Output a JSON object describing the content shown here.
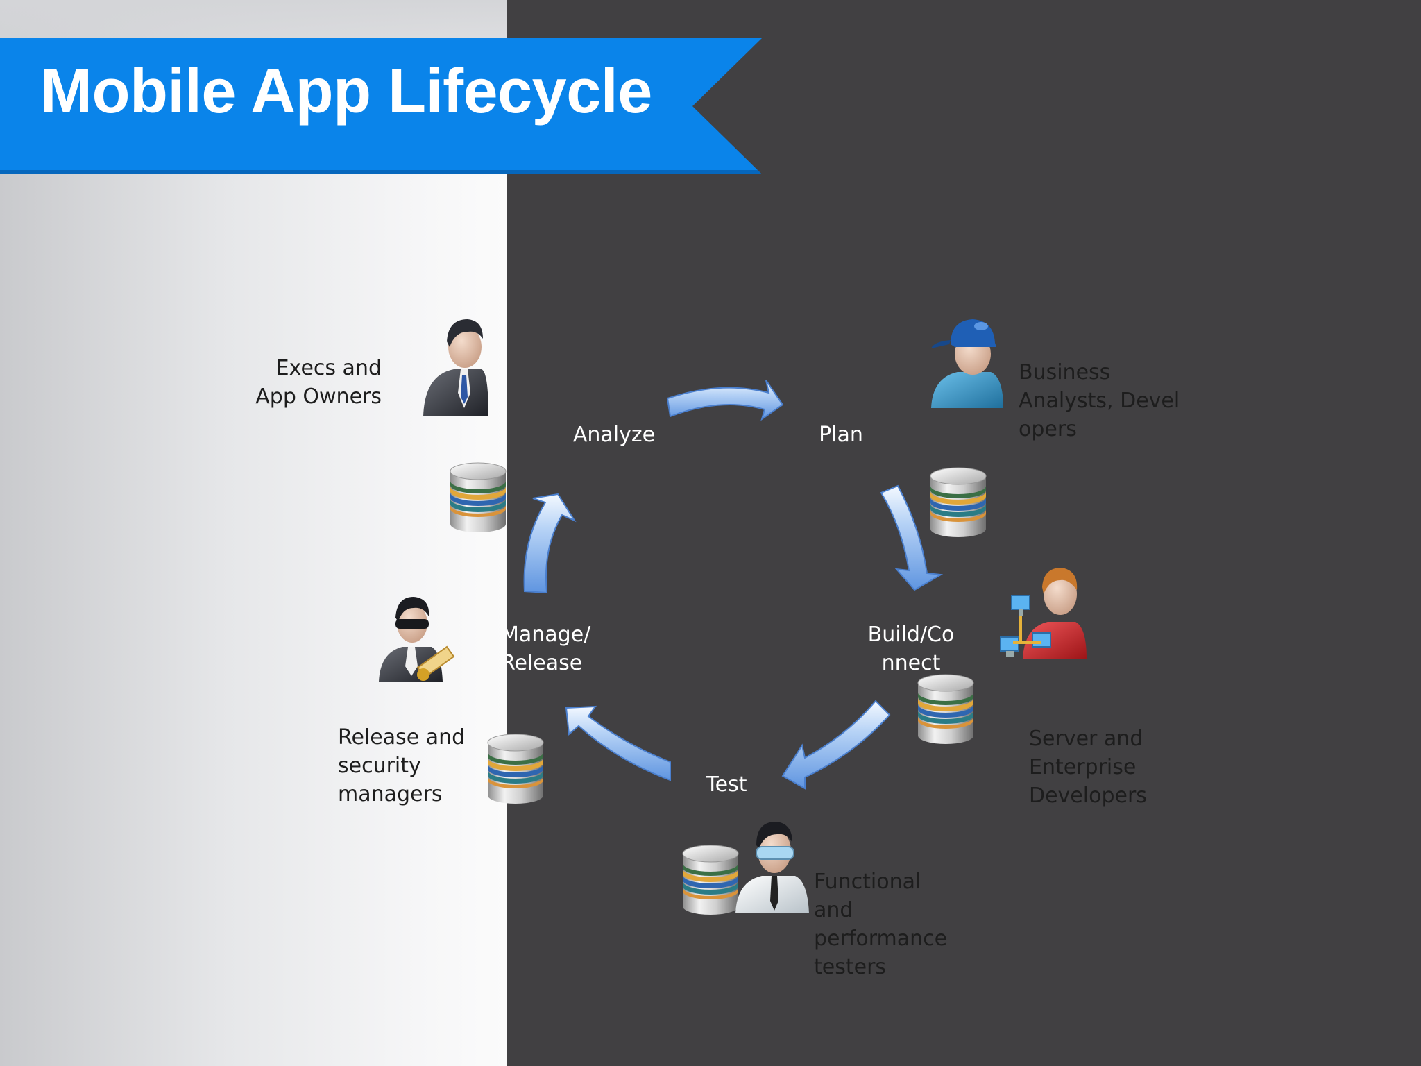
{
  "title": "Mobile App Lifecycle",
  "colors": {
    "banner": "#0a84ea",
    "banner_shadow": "#0667bd",
    "dark_panel": "#414042",
    "light_panel": "#f2f2f3",
    "arrow_fill": "#8fbaf0",
    "arrow_highlight": "#eaf3ff",
    "arrow_edge": "#4a7fce"
  },
  "stages": [
    {
      "id": "analyze",
      "label": "Analyze"
    },
    {
      "id": "plan",
      "label": "Plan"
    },
    {
      "id": "build",
      "label": "Build/Co\nnnect"
    },
    {
      "id": "test",
      "label": "Test"
    },
    {
      "id": "manage",
      "label": "Manage/\nRelease"
    }
  ],
  "roles": [
    {
      "id": "execs",
      "label": "Execs and\nApp Owners",
      "icon": "executive-person-icon"
    },
    {
      "id": "analysts",
      "label": "Business\nAnalysts, Devel\nopers",
      "icon": "person-blue-cap-icon"
    },
    {
      "id": "server-devs",
      "label": "Server and\nEnterprise\nDevelopers",
      "icon": "person-network-icon"
    },
    {
      "id": "testers",
      "label": "Functional and\nperformance\ntesters",
      "icon": "person-goggles-icon"
    },
    {
      "id": "release-mgrs",
      "label": "Release and\nsecurity\nmanagers",
      "icon": "security-person-icon"
    }
  ],
  "icons": [
    "database-icon",
    "curved-arrow-icon"
  ]
}
